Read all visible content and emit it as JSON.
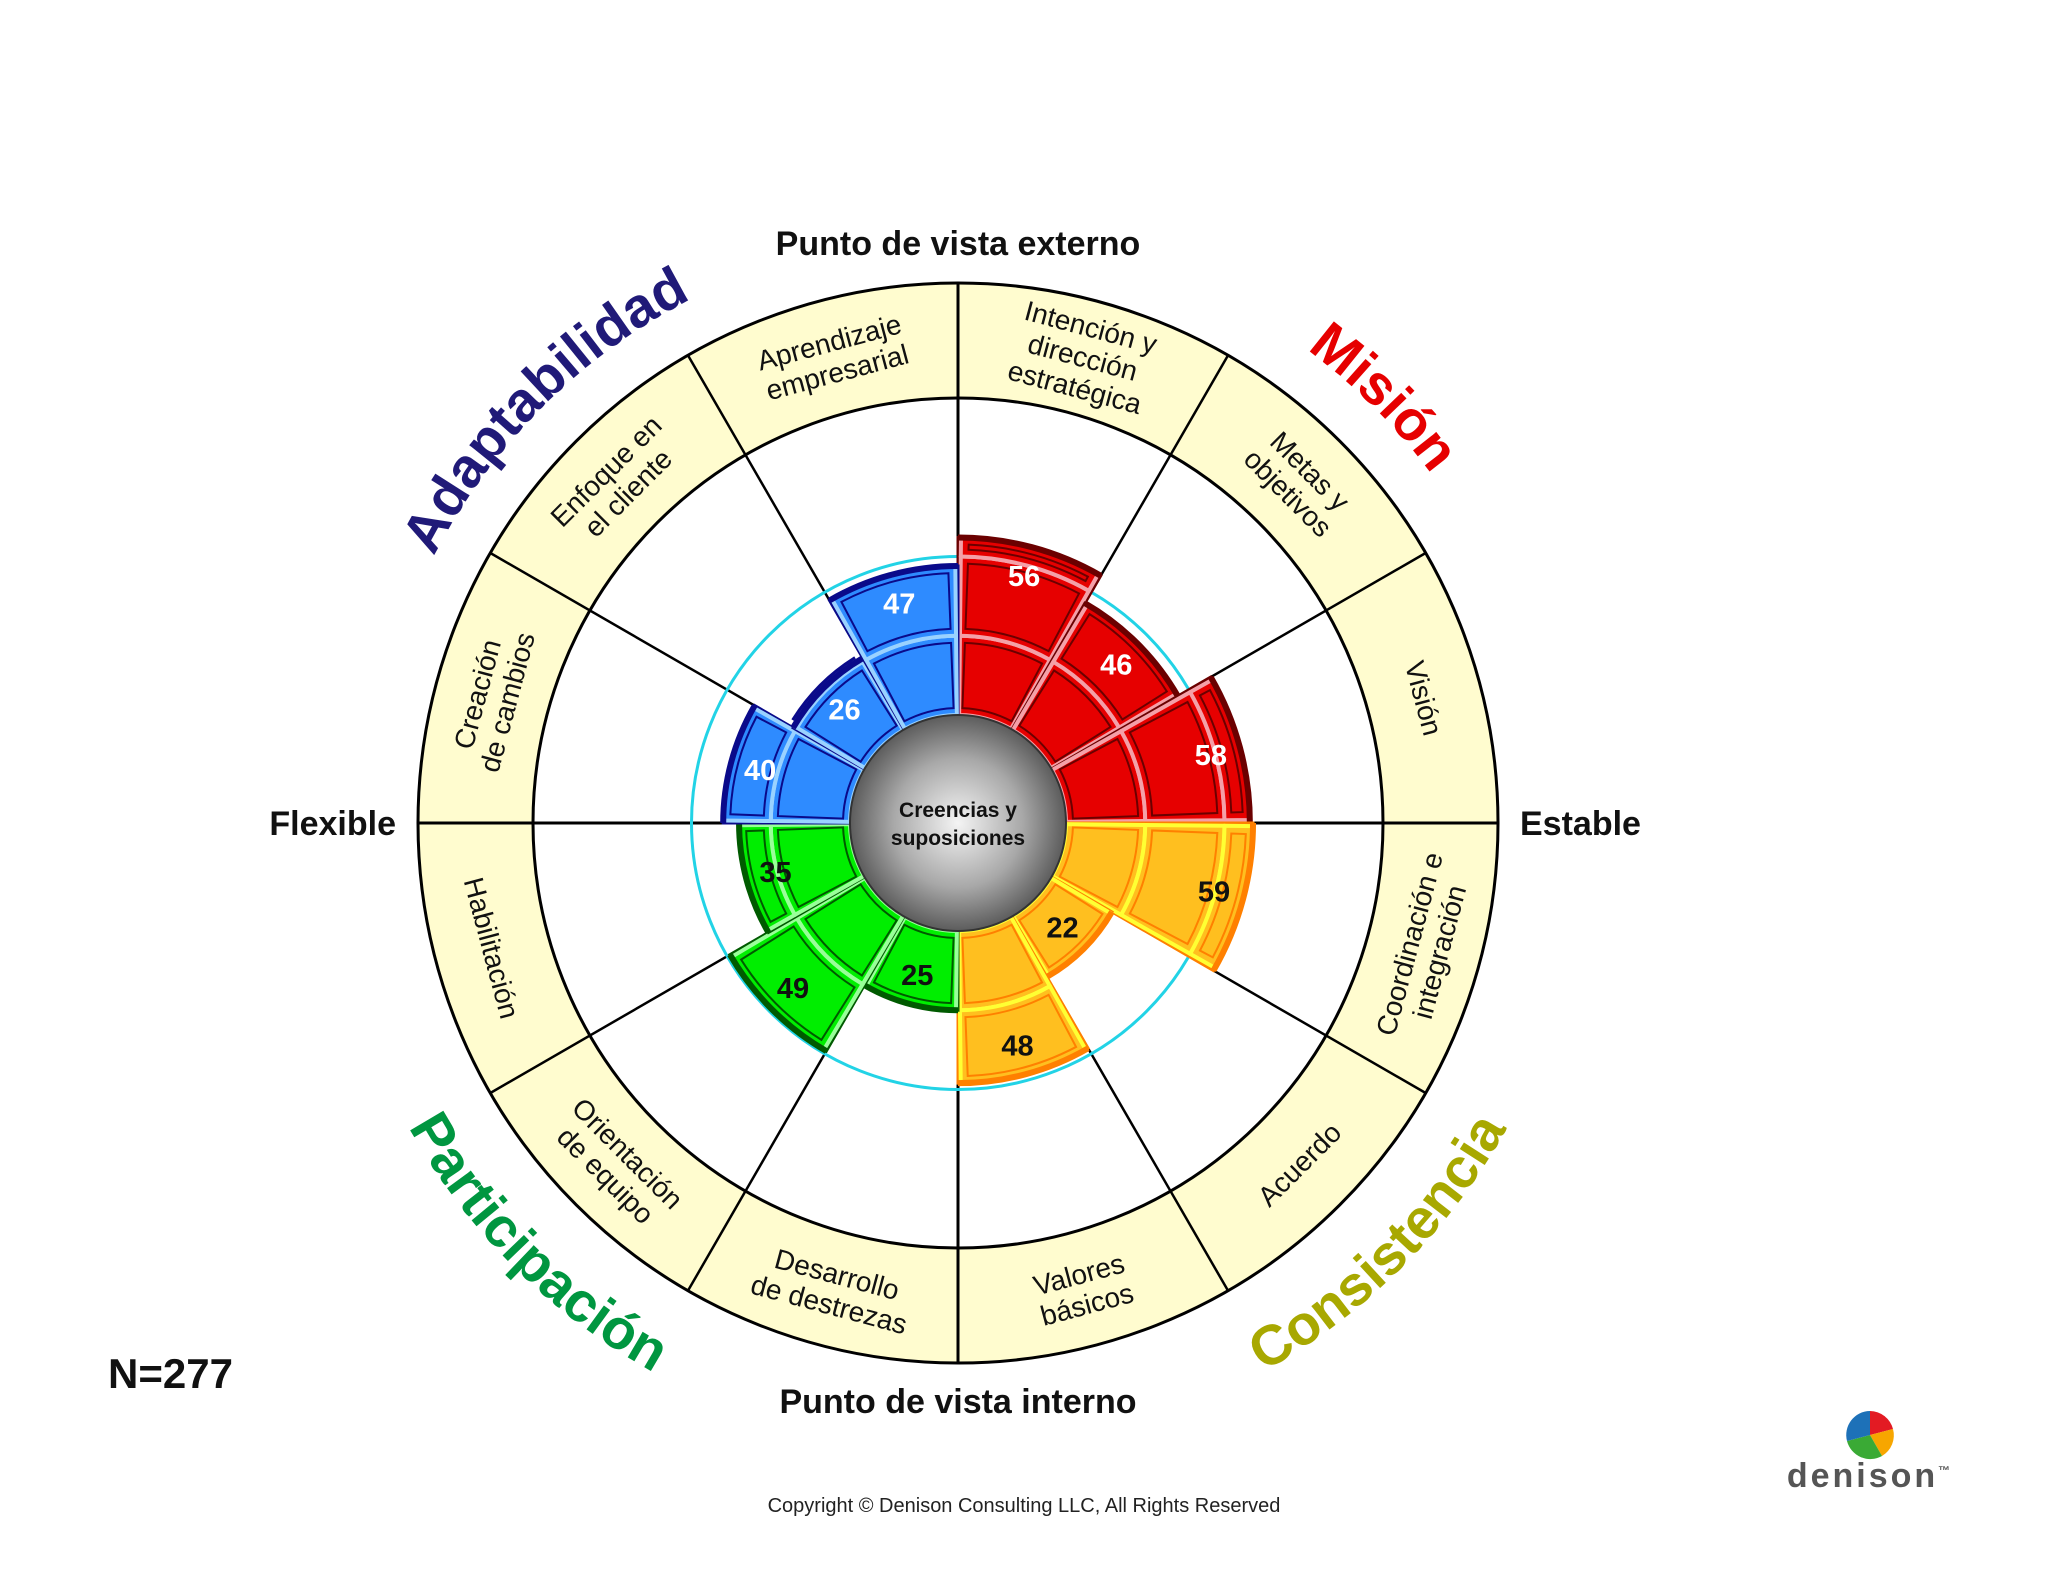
{
  "chart_data": {
    "type": "circumplex",
    "axes": {
      "top": "Punto de vista externo",
      "bottom": "Punto de vista interno",
      "left": "Flexible",
      "right": "Estable"
    },
    "center_label": [
      "Creencias y",
      "suposiciones"
    ],
    "scale": [
      0,
      100
    ],
    "reference_circles": [
      50
    ],
    "traits": [
      {
        "name": "Misión",
        "color": "#e60000",
        "dark": "#6b0000",
        "light": "#f4a0a8",
        "indexes": [
          {
            "label": [
              "Intención y",
              "dirección",
              "estratégica"
            ],
            "score": 56
          },
          {
            "label": [
              "Metas y",
              "objetivos"
            ],
            "score": 46
          },
          {
            "label": [
              "Visión"
            ],
            "score": 58
          }
        ]
      },
      {
        "name": "Consistencia",
        "color": "#ffbf1f",
        "dark": "#ff8000",
        "light": "#ffff33",
        "indexes": [
          {
            "label": [
              "Coordinación e",
              "integración"
            ],
            "score": 59
          },
          {
            "label": [
              "Acuerdo"
            ],
            "score": 22
          },
          {
            "label": [
              "Valores",
              "básicos"
            ],
            "score": 48
          }
        ]
      },
      {
        "name": "Participación",
        "color": "#00ee00",
        "dark": "#005a00",
        "light": "#99ff99",
        "indexes": [
          {
            "label": [
              "Desarrollo",
              "de destrezas"
            ],
            "score": 25
          },
          {
            "label": [
              "Orientación",
              "de equipo"
            ],
            "score": 49
          },
          {
            "label": [
              "Habilitación"
            ],
            "score": 35
          }
        ]
      },
      {
        "name": "Adaptabilidad",
        "color": "#2e8bff",
        "dark": "#0a0a8a",
        "light": "#9ad2ff",
        "indexes": [
          {
            "label": [
              "Creación",
              "de cambios"
            ],
            "score": 40
          },
          {
            "label": [
              "Enfoque en",
              "el cliente"
            ],
            "score": 26
          },
          {
            "label": [
              "Aprendizaje",
              "empresarial"
            ],
            "score": 47
          }
        ]
      }
    ],
    "trait_label_colors": {
      "Misión": "#e60000",
      "Consistencia": "#a8a800",
      "Participación": "#009640",
      "Adaptabilidad": "#201a78"
    }
  },
  "footer": {
    "n_label": "N=277",
    "copyright": "Copyright © Denison Consulting LLC, All Rights Reserved",
    "logo_text": "denison",
    "logo_tm": "™"
  }
}
